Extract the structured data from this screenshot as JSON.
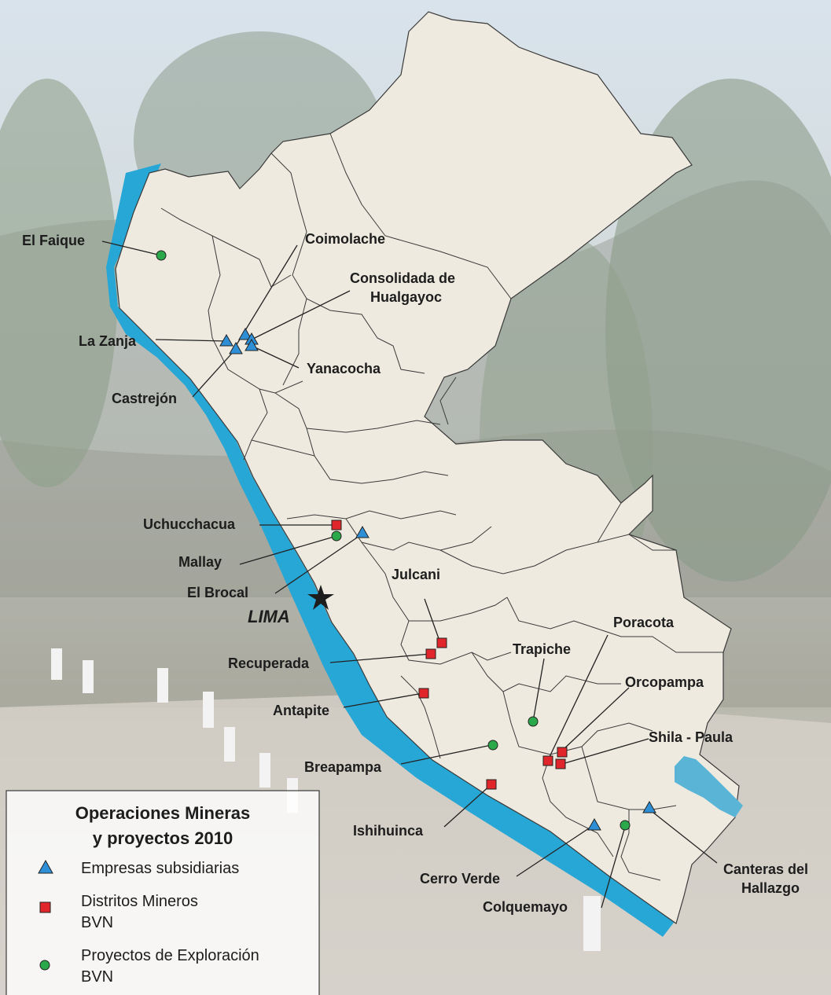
{
  "colors": {
    "land": "#efeadf",
    "border": "#3a3a3a",
    "coast": "#27a7d6",
    "lake": "#5ab4d6",
    "triangle": "#2f8fd6",
    "square": "#e0252b",
    "circle": "#2aa84a"
  },
  "capital": {
    "label": "LIMA"
  },
  "legend": {
    "title_line1": "Operaciones Mineras",
    "title_line2": "y proyectos 2010",
    "items": [
      {
        "symbol": "triangle",
        "line1": "Empresas subsidiarias",
        "line2": ""
      },
      {
        "symbol": "square",
        "line1": "Distritos Mineros",
        "line2": "BVN"
      },
      {
        "symbol": "circle",
        "line1": "Proyectos de Exploración",
        "line2": "BVN"
      }
    ]
  },
  "sites": [
    {
      "label": "El Faique",
      "type": "circle"
    },
    {
      "label": "Coimolache",
      "type": "triangle"
    },
    {
      "label1": "Consolidada de",
      "label2": "Hualgayoc",
      "type": "triangle"
    },
    {
      "label": "La Zanja",
      "type": "triangle"
    },
    {
      "label": "Yanacocha",
      "type": "triangle"
    },
    {
      "label": "Castrejón",
      "type": "triangle"
    },
    {
      "label": "Uchucchacua",
      "type": "square"
    },
    {
      "label": "Mallay",
      "type": "circle"
    },
    {
      "label": "El Brocal",
      "type": "triangle"
    },
    {
      "label": "Julcani",
      "type": "square"
    },
    {
      "label": "Recuperada",
      "type": "square"
    },
    {
      "label": "Antapite",
      "type": "square"
    },
    {
      "label": "Trapiche",
      "type": "circle"
    },
    {
      "label": "Poracota",
      "type": "square"
    },
    {
      "label": "Orcopampa",
      "type": "square"
    },
    {
      "label": "Shila - Paula",
      "type": "square"
    },
    {
      "label": "Breapampa",
      "type": "circle"
    },
    {
      "label": "Ishihuinca",
      "type": "square"
    },
    {
      "label": "Cerro Verde",
      "type": "triangle"
    },
    {
      "label": "Colquemayo",
      "type": "circle"
    },
    {
      "label1": "Canteras del",
      "label2": "Hallazgo",
      "type": "triangle"
    }
  ]
}
